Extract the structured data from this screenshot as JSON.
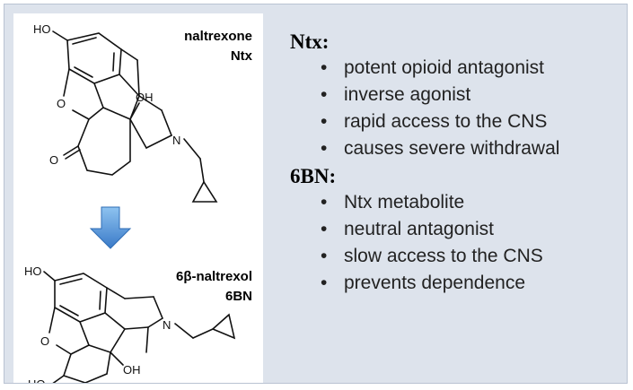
{
  "top_molecule": {
    "name": "naltrexone",
    "abbrev": "Ntx",
    "atoms": {
      "ho": "HO",
      "ring_o": "O",
      "oh": "OH",
      "n": "N",
      "keto_o": "O"
    }
  },
  "bottom_molecule": {
    "name": "6β-naltrexol",
    "abbrev": "6BN",
    "atoms": {
      "ho": "HO",
      "ring_o": "O",
      "n": "N",
      "oh": "OH",
      "ho_bottom": "HO"
    }
  },
  "sections": [
    {
      "title": "Ntx:",
      "items": [
        "potent opioid antagonist",
        "inverse agonist",
        "rapid access to the CNS",
        "causes severe withdrawal"
      ]
    },
    {
      "title": "6BN:",
      "items": [
        "Ntx metabolite",
        "neutral antagonist",
        "slow access to the CNS",
        "prevents dependence"
      ]
    }
  ],
  "bullet_char": "•",
  "colors": {
    "arrow": "#4a8fd6",
    "panel_bg": "#dde3ec"
  }
}
